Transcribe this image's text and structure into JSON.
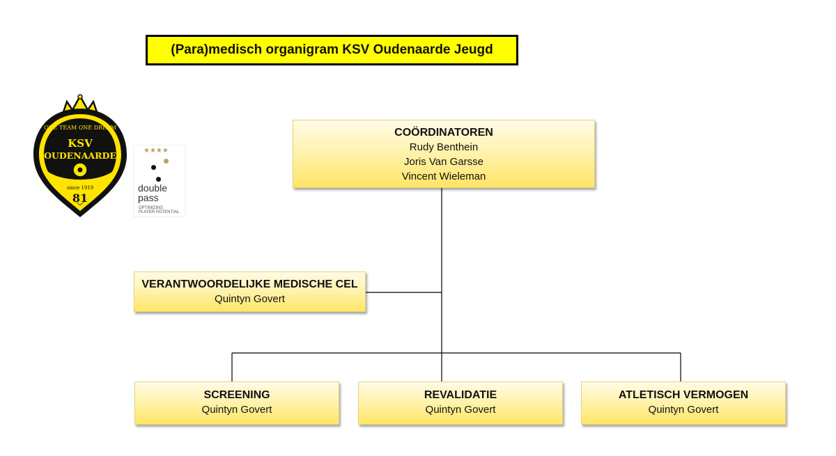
{
  "title": "(Para)medisch organigram KSV Oudenaarde Jeugd",
  "logo_ksv": {
    "name": "KSV",
    "name2": "OUDENAARDE",
    "motto": "ONE TEAM ONE DREAM",
    "since": "since 1919",
    "number": "81",
    "icon": "club-crest-icon"
  },
  "logo_doublepass": {
    "stars": "★★★★",
    "word1": "double",
    "word2": "pass",
    "tagline1": "OPTIMIZING",
    "tagline2": "PLAYER POTENTIAL"
  },
  "coordinators": {
    "heading": "COÖRDINATOREN",
    "members": [
      "Rudy Benthein",
      "Joris Van Garsse",
      "Vincent Wieleman"
    ]
  },
  "medical_cell": {
    "heading": "VERANTWOORDELIJKE MEDISCHE CEL",
    "members": [
      "Quintyn Govert"
    ]
  },
  "units": [
    {
      "heading": "SCREENING",
      "members": [
        "Quintyn Govert"
      ]
    },
    {
      "heading": "REVALIDATIE",
      "members": [
        "Quintyn Govert"
      ]
    },
    {
      "heading": "ATLETISCH VERMOGEN",
      "members": [
        "Quintyn Govert"
      ]
    }
  ],
  "colors": {
    "title_bg": "#ffff00",
    "box_gradient_top": "#fffbe6",
    "box_gradient_bottom": "#ffe566",
    "connector": "#000000",
    "ksv_yellow": "#ffe400",
    "ksv_black": "#111111"
  }
}
